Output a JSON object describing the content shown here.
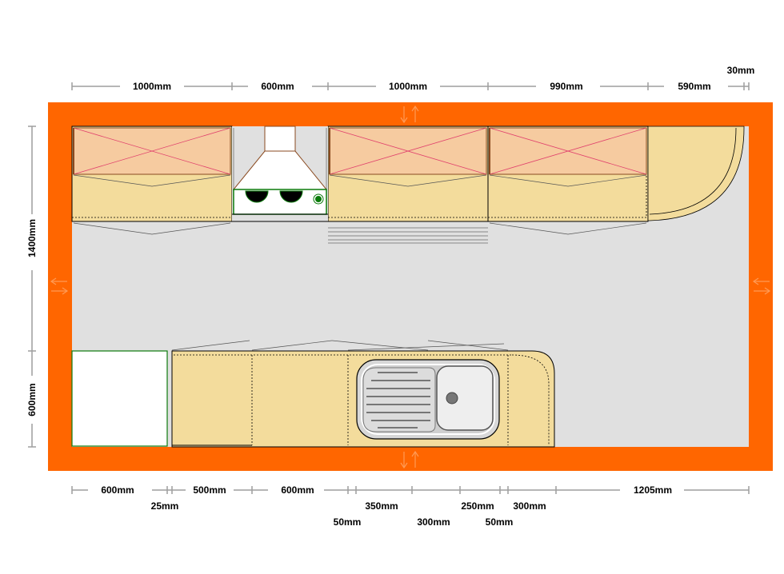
{
  "top_dimensions": [
    "1000mm",
    "600mm",
    "1000mm",
    "990mm",
    "590mm"
  ],
  "top_right_dimension": "30mm",
  "left_dimensions": [
    "1400mm",
    "600mm"
  ],
  "bottom_dimensions_row1": [
    "600mm",
    "500mm",
    "600mm",
    "1205mm"
  ],
  "bottom_dimensions_row2": [
    "25mm",
    "350mm",
    "250mm",
    "300mm"
  ],
  "bottom_dimensions_row3": [
    "50mm",
    "300mm",
    "50mm"
  ],
  "colors": {
    "wall": "#ff6600",
    "floor": "#e0e0e0",
    "countertop": "#f3dc9c",
    "wall_cabinet": "#f6cba0",
    "cross_lines": "#e0406c",
    "white_unit": "#ffffff",
    "dimension_line": "#9e9e9e",
    "door_arrow": "#ff9a55"
  },
  "icons": {
    "door_top": "vertical-arrows-icon",
    "door_bottom": "vertical-arrows-icon",
    "door_left": "horizontal-arrows-icon",
    "door_right": "horizontal-arrows-icon"
  }
}
